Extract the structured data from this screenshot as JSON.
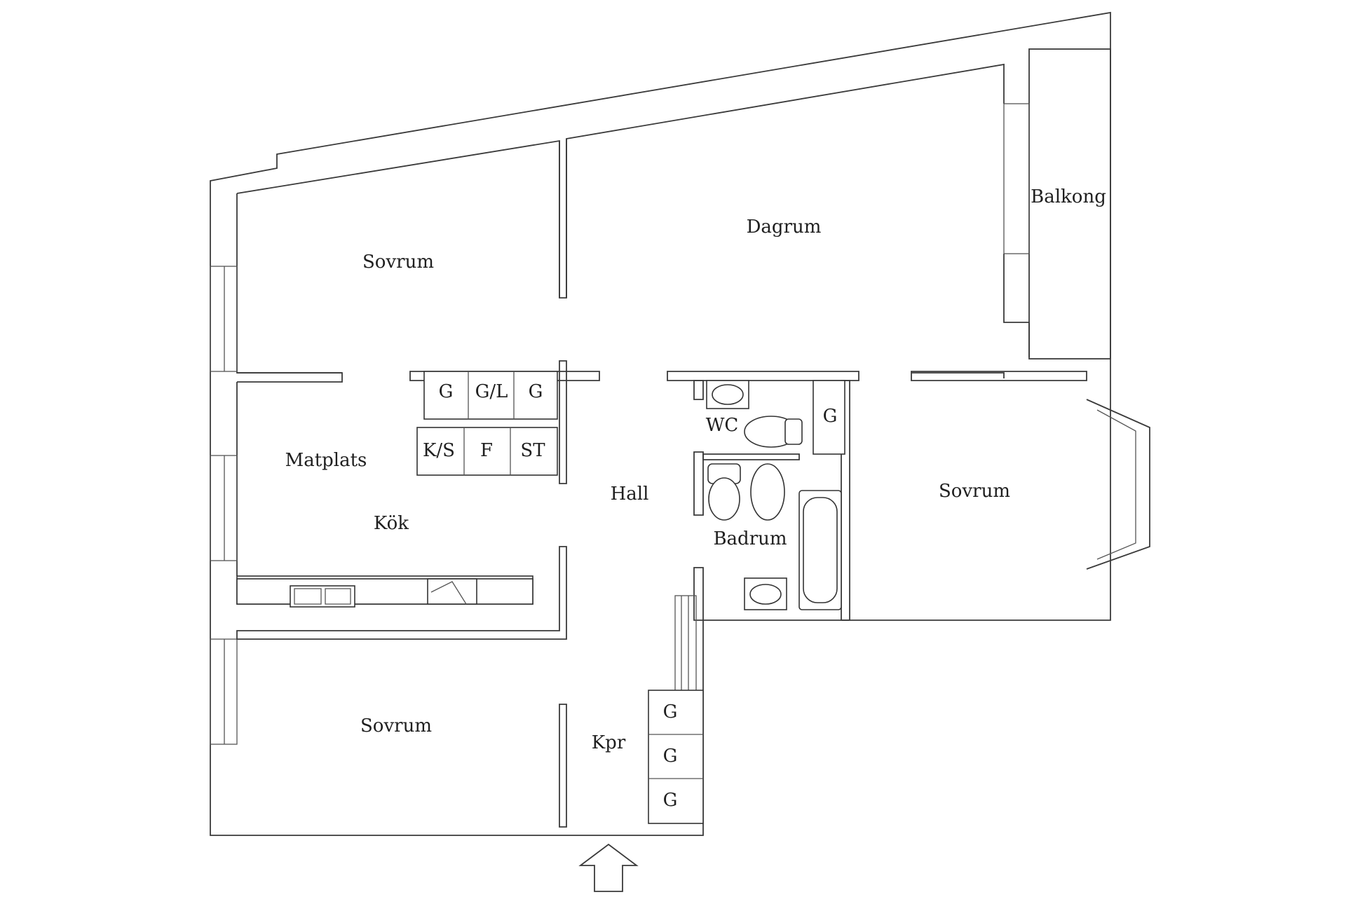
{
  "rooms": {
    "sovrum_top": "Sovrum",
    "dagrum": "Dagrum",
    "balkong": "Balkong",
    "matplats": "Matplats",
    "kok": "Kök",
    "hall": "Hall",
    "wc": "WC",
    "badrum": "Badrum",
    "sovrum_right": "Sovrum",
    "sovrum_bottom": "Sovrum",
    "kpr": "Kpr"
  },
  "closets": {
    "top_row": [
      "G",
      "G/L",
      "G"
    ],
    "bottom_row": [
      "K/S",
      "F",
      "ST"
    ],
    "wc_closet": "G",
    "kpr_closets": [
      "G",
      "G",
      "G"
    ]
  },
  "entrance_icon": "entrance-arrow-icon"
}
